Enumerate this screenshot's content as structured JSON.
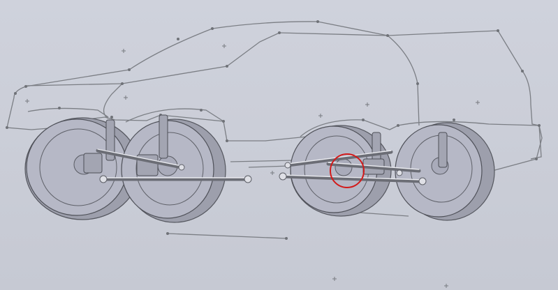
{
  "viewport": {
    "background": "#c9ccd6",
    "sketch_color": "#7b7e84",
    "selection_color": "#d21a1a"
  },
  "model": {
    "body_outline": "vehicle-body-sketch",
    "front_axle": [
      "front-left-wheel",
      "front-right-wheel"
    ],
    "rear_axle": [
      "rear-left-wheel",
      "rear-right-wheel"
    ],
    "selection": "red-selection-circle"
  }
}
